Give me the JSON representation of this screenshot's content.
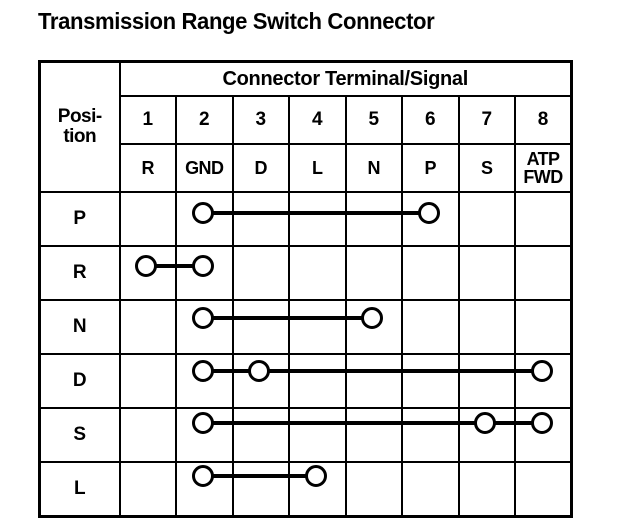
{
  "page": {
    "title": "Transmission Range Switch Connector"
  },
  "table": {
    "group_header": "Connector Terminal/Signal",
    "position_header_line1": "Posi-",
    "position_header_line2": "tion",
    "terminal_numbers": [
      "1",
      "2",
      "3",
      "4",
      "5",
      "6",
      "7",
      "8"
    ],
    "terminal_signals": [
      "R",
      "GND",
      "D",
      "L",
      "N",
      "P",
      "S",
      "ATP FWD"
    ],
    "terminal_signals_display": [
      {
        "line1": "R",
        "line2": ""
      },
      {
        "line1": "GND",
        "line2": ""
      },
      {
        "line1": "D",
        "line2": ""
      },
      {
        "line1": "L",
        "line2": ""
      },
      {
        "line1": "N",
        "line2": ""
      },
      {
        "line1": "P",
        "line2": ""
      },
      {
        "line1": "S",
        "line2": ""
      },
      {
        "line1": "ATP",
        "line2": "FWD"
      }
    ],
    "positions": [
      "P",
      "R",
      "N",
      "D",
      "S",
      "L"
    ],
    "continuity": [
      {
        "position": "P",
        "terminals": [
          2,
          6
        ]
      },
      {
        "position": "R",
        "terminals": [
          1,
          2
        ]
      },
      {
        "position": "N",
        "terminals": [
          2,
          5
        ]
      },
      {
        "position": "D",
        "terminals": [
          2,
          3,
          8
        ]
      },
      {
        "position": "S",
        "terminals": [
          2,
          7,
          8
        ]
      },
      {
        "position": "L",
        "terminals": [
          2,
          4
        ]
      }
    ]
  },
  "colors": {
    "ink": "#000000",
    "paper": "#ffffff"
  }
}
